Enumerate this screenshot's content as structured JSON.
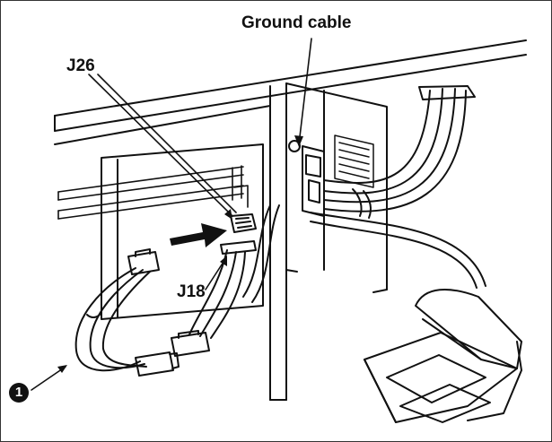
{
  "labels": {
    "ground_cable": "Ground cable",
    "j26": "J26",
    "j18": "J18",
    "item_one": "1"
  }
}
